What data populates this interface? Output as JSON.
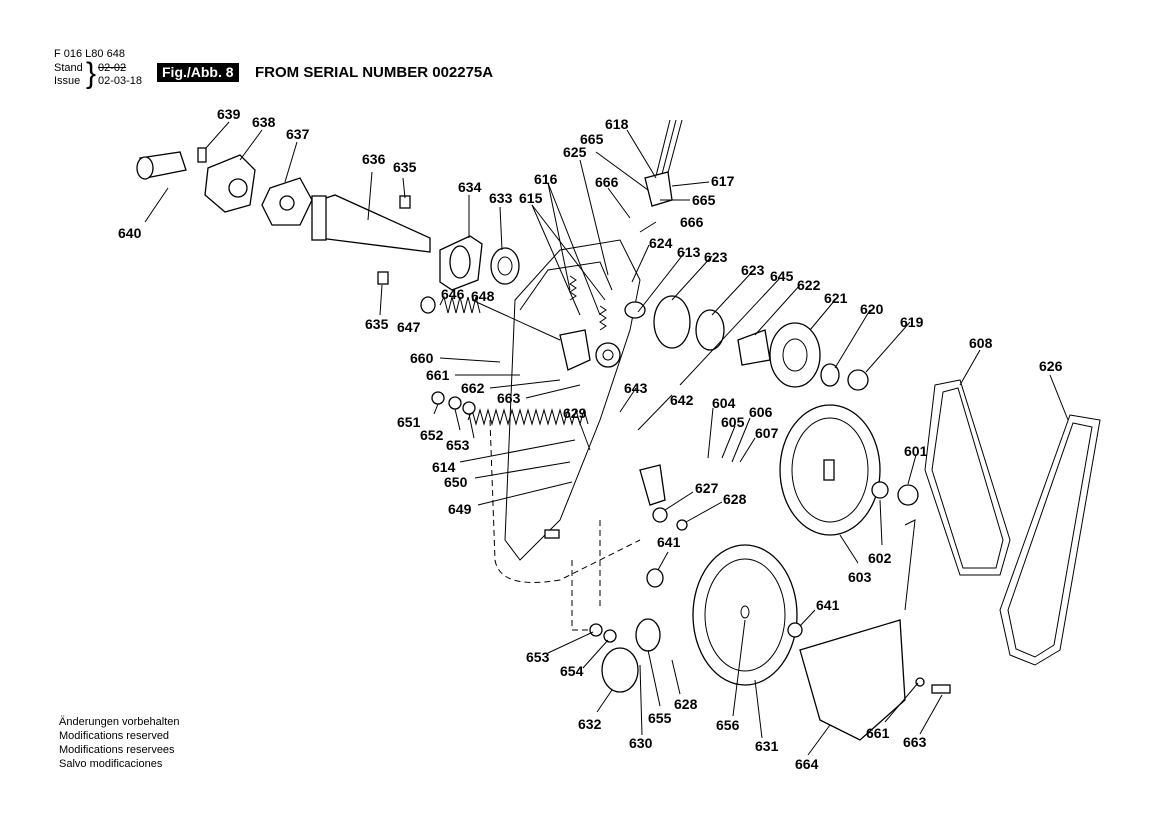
{
  "header": {
    "doc_number": "F 016 L80 648",
    "stand_label": "Stand",
    "issue_label": "Issue",
    "stand_value": "02-02",
    "issue_value": "02-03-18",
    "fig_badge": "Fig./Abb. 8",
    "title": "FROM SERIAL NUMBER 002275A"
  },
  "notes": [
    "Änderungen vorbehalten",
    "Modifications reserved",
    "Modifications reservees",
    "Salvo modificaciones"
  ],
  "callouts": [
    {
      "id": "639",
      "text": "639"
    },
    {
      "id": "638",
      "text": "638"
    },
    {
      "id": "637",
      "text": "637"
    },
    {
      "id": "640",
      "text": "640"
    },
    {
      "id": "636",
      "text": "636"
    },
    {
      "id": "635a",
      "text": "635"
    },
    {
      "id": "634",
      "text": "634"
    },
    {
      "id": "633",
      "text": "633"
    },
    {
      "id": "635b",
      "text": "635"
    },
    {
      "id": "646",
      "text": "646"
    },
    {
      "id": "648",
      "text": "648"
    },
    {
      "id": "647",
      "text": "647"
    },
    {
      "id": "618",
      "text": "618"
    },
    {
      "id": "665a",
      "text": "665"
    },
    {
      "id": "625",
      "text": "625"
    },
    {
      "id": "616",
      "text": "616"
    },
    {
      "id": "615",
      "text": "615"
    },
    {
      "id": "666a",
      "text": "666"
    },
    {
      "id": "617",
      "text": "617"
    },
    {
      "id": "665b",
      "text": "665"
    },
    {
      "id": "666b",
      "text": "666"
    },
    {
      "id": "624",
      "text": "624"
    },
    {
      "id": "613",
      "text": "613"
    },
    {
      "id": "623a",
      "text": "623"
    },
    {
      "id": "623b",
      "text": "623"
    },
    {
      "id": "645",
      "text": "645"
    },
    {
      "id": "622",
      "text": "622"
    },
    {
      "id": "621",
      "text": "621"
    },
    {
      "id": "620",
      "text": "620"
    },
    {
      "id": "619",
      "text": "619"
    },
    {
      "id": "608",
      "text": "608"
    },
    {
      "id": "626",
      "text": "626"
    },
    {
      "id": "660",
      "text": "660"
    },
    {
      "id": "661a",
      "text": "661"
    },
    {
      "id": "662",
      "text": "662"
    },
    {
      "id": "663a",
      "text": "663"
    },
    {
      "id": "651",
      "text": "651"
    },
    {
      "id": "652",
      "text": "652"
    },
    {
      "id": "653a",
      "text": "653"
    },
    {
      "id": "614",
      "text": "614"
    },
    {
      "id": "650",
      "text": "650"
    },
    {
      "id": "649",
      "text": "649"
    },
    {
      "id": "629",
      "text": "629"
    },
    {
      "id": "643",
      "text": "643"
    },
    {
      "id": "642",
      "text": "642"
    },
    {
      "id": "604",
      "text": "604"
    },
    {
      "id": "605",
      "text": "605"
    },
    {
      "id": "606",
      "text": "606"
    },
    {
      "id": "607",
      "text": "607"
    },
    {
      "id": "601",
      "text": "601"
    },
    {
      "id": "627",
      "text": "627"
    },
    {
      "id": "628a",
      "text": "628"
    },
    {
      "id": "641a",
      "text": "641"
    },
    {
      "id": "602",
      "text": "602"
    },
    {
      "id": "603",
      "text": "603"
    },
    {
      "id": "641b",
      "text": "641"
    },
    {
      "id": "653b",
      "text": "653"
    },
    {
      "id": "654",
      "text": "654"
    },
    {
      "id": "632",
      "text": "632"
    },
    {
      "id": "655",
      "text": "655"
    },
    {
      "id": "628b",
      "text": "628"
    },
    {
      "id": "630",
      "text": "630"
    },
    {
      "id": "656",
      "text": "656"
    },
    {
      "id": "631",
      "text": "631"
    },
    {
      "id": "664",
      "text": "664"
    },
    {
      "id": "661b",
      "text": "661"
    },
    {
      "id": "663b",
      "text": "663"
    }
  ]
}
